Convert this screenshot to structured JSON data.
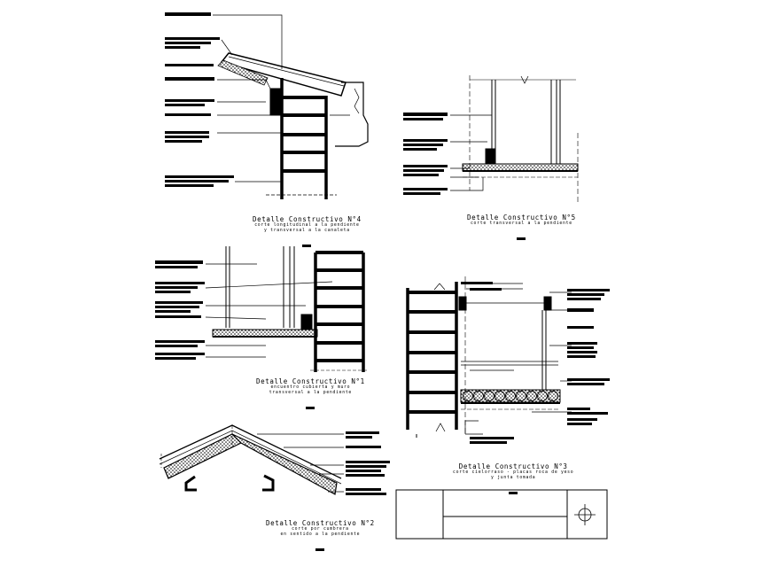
{
  "details": [
    {
      "id": "detalle-4",
      "title": "Detalle Constructivo N°4",
      "subtitle": [
        "corte longitudinal a la pendiente",
        "y transversal a la canaleta"
      ]
    },
    {
      "id": "detalle-5",
      "title": "Detalle Constructivo N°5",
      "subtitle": [
        "corte transversal a la pendiente"
      ]
    },
    {
      "id": "detalle-1",
      "title": "Detalle Constructivo N°1",
      "subtitle": [
        "encuentro cubierta y muro",
        "transversal a la pendiente"
      ]
    },
    {
      "id": "detalle-3",
      "title": "Detalle Constructivo N°3",
      "subtitle": [
        "corte cielorraso - placas roca de yeso",
        "y junta tomada"
      ]
    },
    {
      "id": "detalle-2",
      "title": "Detalle Constructivo N°2",
      "subtitle": [
        "corte por cumbrera",
        "en sentido a la pendiente"
      ]
    }
  ],
  "title_block": {
    "symbol": "crosshair-circle-icon"
  },
  "colors": {
    "ink": "#000000",
    "paper": "#ffffff"
  }
}
